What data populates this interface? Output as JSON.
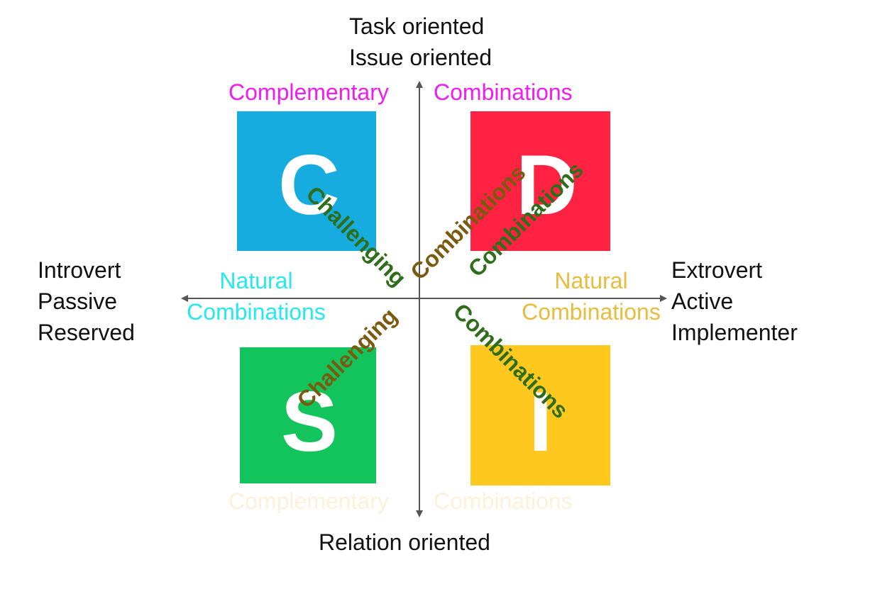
{
  "axes": {
    "top": [
      "Task oriented",
      "Issue oriented"
    ],
    "bottom": "Relation oriented",
    "left": [
      "Introvert",
      "Passive",
      "Reserved"
    ],
    "right": [
      "Extrovert",
      "Active",
      "Implementer"
    ]
  },
  "quadrants": [
    {
      "letter": "C",
      "color": "#16ACE0"
    },
    {
      "letter": "D",
      "color": "#FF2242"
    },
    {
      "letter": "S",
      "color": "#13C45C"
    },
    {
      "letter": "I",
      "color": "#FFC81F"
    }
  ],
  "combo_labels": {
    "top_left": {
      "text": "Complementary",
      "color": "#F01CF0"
    },
    "top_right": {
      "text": "Combinations",
      "color": "#F01CF0"
    },
    "left": {
      "line1": "Natural",
      "line2": "Combinations",
      "color": "#26E8F0"
    },
    "right": {
      "line1": "Natural",
      "line2": "Combinations",
      "color": "#E8BC3C"
    },
    "bottom_left": {
      "text": "Complementary",
      "color": "#FDF1D9"
    },
    "bottom_right": {
      "text": "Combinations",
      "color": "#FDF1D9"
    }
  },
  "diagonal_labels": {
    "upper_left": {
      "text": "Challenging",
      "color": "#2E6E1A"
    },
    "upper_right": {
      "text": "Combinations",
      "color": "#2E6E1A"
    },
    "lower_left": {
      "text": "Challenging",
      "color": "#7A5A0E"
    },
    "lower_right": {
      "text": "Combinations",
      "color": "#2E6E1A"
    },
    "center_right": {
      "text": "Combinations",
      "color": "#7A5A0E"
    }
  }
}
